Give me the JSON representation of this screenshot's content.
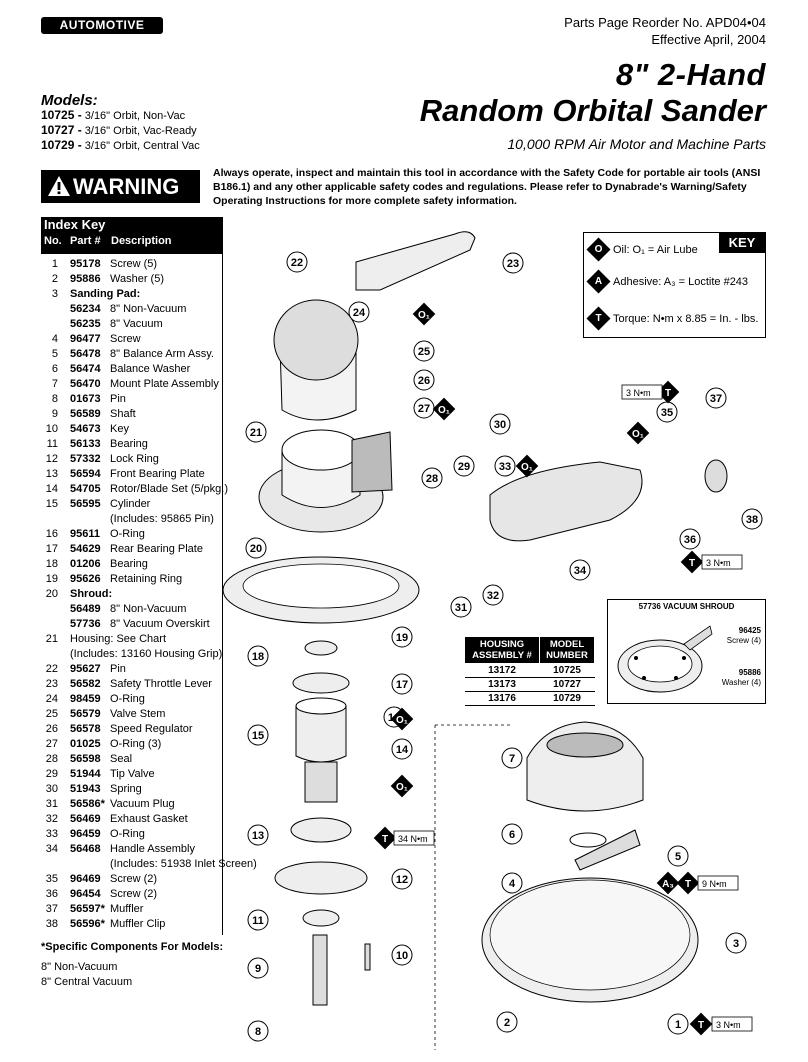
{
  "badge": "AUTOMOTIVE",
  "header": {
    "reorder": "Parts Page Reorder No. APD04•04",
    "effective": "Effective April, 2004",
    "title_line1": "8\" 2-Hand",
    "title_line2": "Random Orbital Sander",
    "subtitle": "10,000 RPM Air Motor and Machine Parts"
  },
  "models": {
    "heading": "Models:",
    "items": [
      {
        "num": "10725 -",
        "desc": "3/16\" Orbit, Non-Vac"
      },
      {
        "num": "10727 -",
        "desc": "3/16\" Orbit, Vac-Ready"
      },
      {
        "num": "10729 -",
        "desc": "3/16\" Orbit, Central Vac"
      }
    ]
  },
  "warning": {
    "label": "WARNING",
    "text": "Always operate, inspect and maintain this tool in accordance with the Safety Code for portable air tools (ANSI B186.1) and any other applicable safety codes and regulations. Please refer to Dynabrade's Warning/Safety Operating Instructions for more complete safety information."
  },
  "index_key": {
    "title": "Index Key",
    "col_no": "No.",
    "col_part": "Part #",
    "col_desc": "Description",
    "rows": [
      {
        "no": "1",
        "part": "95178",
        "desc": "Screw (5)"
      },
      {
        "no": "2",
        "part": "95886",
        "desc": "Washer (5)"
      },
      {
        "no": "3",
        "part": "",
        "desc": "Sanding Pad:",
        "bold": true
      },
      {
        "no": "",
        "part": "56234",
        "desc": "8\" Non-Vacuum"
      },
      {
        "no": "",
        "part": "56235",
        "desc": "8\" Vacuum"
      },
      {
        "no": "4",
        "part": "96477",
        "desc": "Screw"
      },
      {
        "no": "5",
        "part": "56478",
        "desc": "8\" Balance Arm Assy."
      },
      {
        "no": "6",
        "part": "56474",
        "desc": "Balance Washer"
      },
      {
        "no": "7",
        "part": "56470",
        "desc": "Mount Plate Assembly"
      },
      {
        "no": "8",
        "part": "01673",
        "desc": "Pin"
      },
      {
        "no": "9",
        "part": "56589",
        "desc": "Shaft"
      },
      {
        "no": "10",
        "part": "54673",
        "desc": "Key"
      },
      {
        "no": "11",
        "part": "56133",
        "desc": "Bearing"
      },
      {
        "no": "12",
        "part": "57332",
        "desc": "Lock Ring"
      },
      {
        "no": "13",
        "part": "56594",
        "desc": "Front Bearing Plate"
      },
      {
        "no": "14",
        "part": "54705",
        "desc": "Rotor/Blade Set (5/pkg.)"
      },
      {
        "no": "15",
        "part": "56595",
        "desc": "Cylinder"
      },
      {
        "no": "",
        "part": "",
        "desc": "(Includes: 95865 Pin)"
      },
      {
        "no": "16",
        "part": "95611",
        "desc": "O-Ring"
      },
      {
        "no": "17",
        "part": "54629",
        "desc": "Rear Bearing Plate"
      },
      {
        "no": "18",
        "part": "01206",
        "desc": "Bearing"
      },
      {
        "no": "19",
        "part": "95626",
        "desc": "Retaining Ring"
      },
      {
        "no": "20",
        "part": "",
        "desc": "Shroud:",
        "bold": true
      },
      {
        "no": "",
        "part": "56489",
        "desc": "8\" Non-Vacuum"
      },
      {
        "no": "",
        "part": "57736",
        "desc": "8\" Vacuum Overskirt"
      },
      {
        "no": "21",
        "part": "",
        "desc": "Housing: See Chart",
        "wide": true
      },
      {
        "no": "",
        "part": "",
        "desc": "(Includes: 13160 Housing Grip)",
        "wide": true
      },
      {
        "no": "22",
        "part": "95627",
        "desc": "Pin"
      },
      {
        "no": "23",
        "part": "56582",
        "desc": "Safety Throttle Lever"
      },
      {
        "no": "24",
        "part": "98459",
        "desc": "O-Ring"
      },
      {
        "no": "25",
        "part": "56579",
        "desc": "Valve Stem"
      },
      {
        "no": "26",
        "part": "56578",
        "desc": "Speed Regulator"
      },
      {
        "no": "27",
        "part": "01025",
        "desc": "O-Ring (3)"
      },
      {
        "no": "28",
        "part": "56598",
        "desc": "Seal"
      },
      {
        "no": "29",
        "part": "51944",
        "desc": "Tip Valve"
      },
      {
        "no": "30",
        "part": "51943",
        "desc": "Spring"
      },
      {
        "no": "31",
        "part": "56586*",
        "desc": "Vacuum Plug"
      },
      {
        "no": "32",
        "part": "56469",
        "desc": "Exhaust Gasket"
      },
      {
        "no": "33",
        "part": "96459",
        "desc": "O-Ring"
      },
      {
        "no": "34",
        "part": "56468",
        "desc": "Handle Assembly"
      },
      {
        "no": "",
        "part": "",
        "desc": "(Includes: 51938 Inlet Screen)"
      },
      {
        "no": "35",
        "part": "96469",
        "desc": "Screw (2)"
      },
      {
        "no": "36",
        "part": "96454",
        "desc": "Screw (2)"
      },
      {
        "no": "37",
        "part": "56597*",
        "desc": "Muffler"
      },
      {
        "no": "38",
        "part": "56596*",
        "desc": "Muffler Clip"
      }
    ]
  },
  "specific": {
    "heading": "*Specific Components For Models:",
    "lines": [
      "8\" Non-Vacuum",
      "8\" Central Vacuum"
    ]
  },
  "key": {
    "label": "KEY",
    "oil": "Oil: O₁ = Air Lube",
    "adhesive": "Adhesive: A₃ = Loctite #243",
    "torque": "Torque: N•m x 8.85 = In. - lbs.",
    "oil_letter": "O",
    "adhesive_letter": "A",
    "torque_letter": "T"
  },
  "housing_table": {
    "headers": [
      "HOUSING ASSEMBLY #",
      "MODEL NUMBER"
    ],
    "rows": [
      [
        "13172",
        "10725"
      ],
      [
        "13173",
        "10727"
      ],
      [
        "13176",
        "10729"
      ]
    ]
  },
  "shroud_inset": {
    "title": "57736 VACUUM SHROUD",
    "label1_part": "96425",
    "label1_desc": "Screw (4)",
    "label2_part": "95886",
    "label2_desc": "Washer (4)"
  },
  "diagram": {
    "callouts": [
      "1",
      "2",
      "3",
      "4",
      "5",
      "6",
      "7",
      "8",
      "9",
      "10",
      "11",
      "12",
      "13",
      "14",
      "15",
      "16",
      "17",
      "18",
      "19",
      "20",
      "21",
      "22",
      "23",
      "24",
      "25",
      "26",
      "27",
      "28",
      "29",
      "30",
      "31",
      "32",
      "33",
      "34",
      "35",
      "36",
      "37",
      "38"
    ],
    "torque_labels": [
      "3 N•m",
      "3 N•m",
      "34 N•m",
      "9 N•m",
      "3 N•m"
    ],
    "oil_mark": "O₁",
    "adhesive_mark": "A₃",
    "torque_mark": "T"
  }
}
